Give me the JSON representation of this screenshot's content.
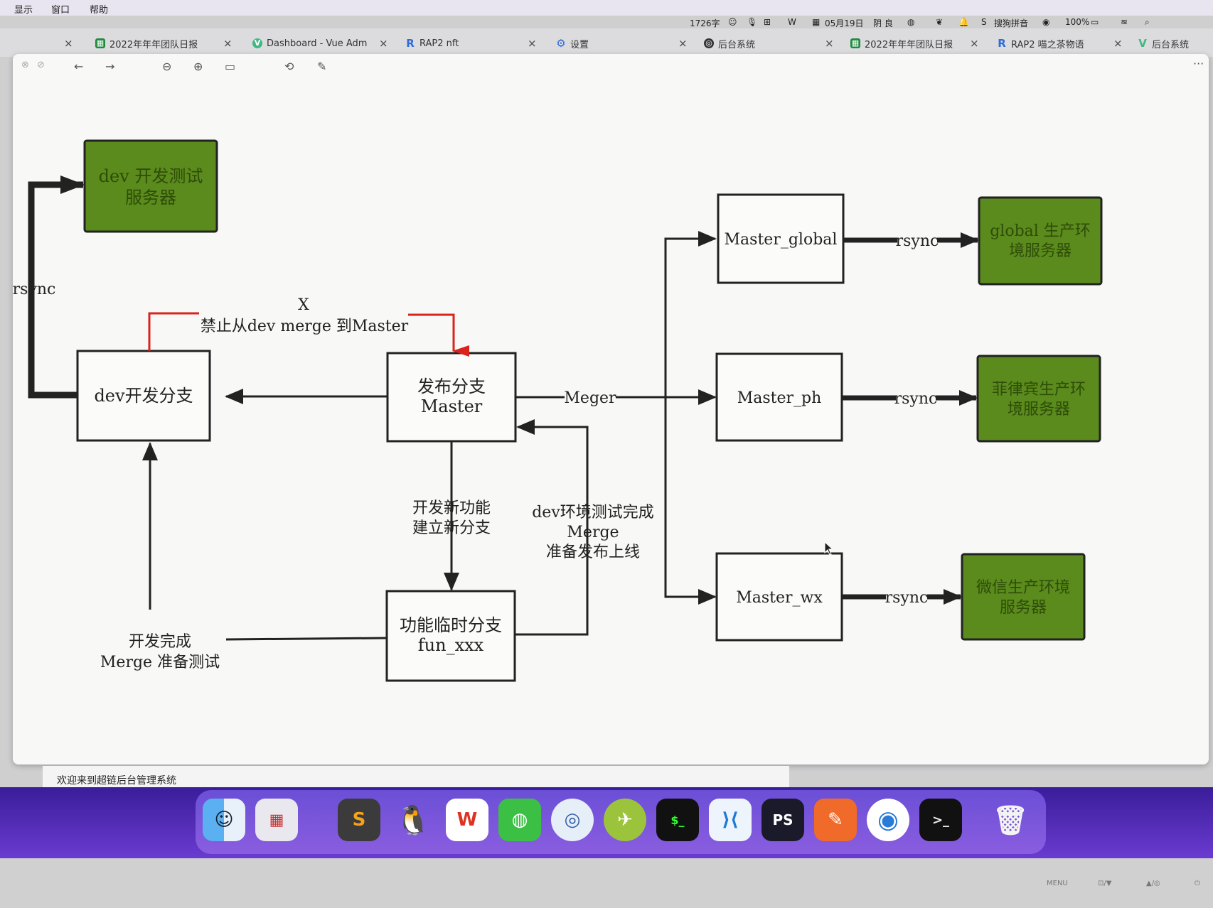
{
  "menubar": {
    "items": [
      "显示",
      "窗口",
      "帮助"
    ]
  },
  "status": {
    "word_count": "1726字",
    "date": "05月19日",
    "weather": "阴 良",
    "ime": "搜狗拼音",
    "battery": "100%"
  },
  "tabs": [
    {
      "label": "",
      "close": "×"
    },
    {
      "label": "2022年年年团队日报",
      "close": "×"
    },
    {
      "label": "Dashboard - Vue Adm",
      "close": "×"
    },
    {
      "label": "RAP2 nft",
      "close": "×"
    },
    {
      "label": "设置",
      "close": "×"
    },
    {
      "label": "后台系统",
      "close": "×"
    },
    {
      "label": "2022年年年团队日报",
      "close": "×"
    },
    {
      "label": "RAP2 喵之茶物语",
      "close": "×"
    },
    {
      "label": "后台系统",
      "close": ""
    }
  ],
  "toolbar": {
    "back": "←",
    "forward": "→",
    "zoom_out": "⊖",
    "zoom_in": "⊕",
    "fit": "▭",
    "rotate": "⟲",
    "markup": "✎",
    "more": "···"
  },
  "diagram": {
    "dev_server": [
      "dev 开发测试",
      "服务器"
    ],
    "dev_branch": "dev开发分支",
    "release_branch": [
      "发布分支",
      "Master"
    ],
    "feature_branch": [
      "功能临时分支",
      "fun_xxx"
    ],
    "master_global": "Master_global",
    "master_ph": "Master_ph",
    "master_wx": "Master_wx",
    "global_server": [
      "global 生产环",
      "境服务器"
    ],
    "ph_server": [
      "菲律宾生产环",
      "境服务器"
    ],
    "wx_server": [
      "微信生产环境",
      "服务器"
    ],
    "rsync": "rsync",
    "x_mark": "X",
    "forbid": "禁止从dev merge 到Master",
    "meger": "Meger",
    "new_feature": [
      "开发新功能",
      "建立新分支"
    ],
    "dev_test_done": [
      "dev环境测试完成",
      "Merge",
      "准备发布上线"
    ],
    "dev_done": [
      "开发完成",
      "Merge 准备测试"
    ],
    "colors": {
      "green": "#5b8a1d",
      "red": "#d9231d",
      "line": "#222222"
    }
  },
  "footer_text": "欢迎来到超链后台管理系统",
  "dock_icons": [
    "finder-icon",
    "launchpad-icon",
    "sublime-icon",
    "qq-icon",
    "wps-icon",
    "wechat-icon",
    "browser-icon",
    "rocket-icon",
    "terminal-icon",
    "vscode-icon",
    "phpstorm-icon",
    "pen-icon",
    "chrome-icon",
    "iterm-icon",
    "trash-icon"
  ],
  "monitor_labels": [
    "MENU",
    "⊡/▼",
    "▲/◎",
    "⏻"
  ]
}
